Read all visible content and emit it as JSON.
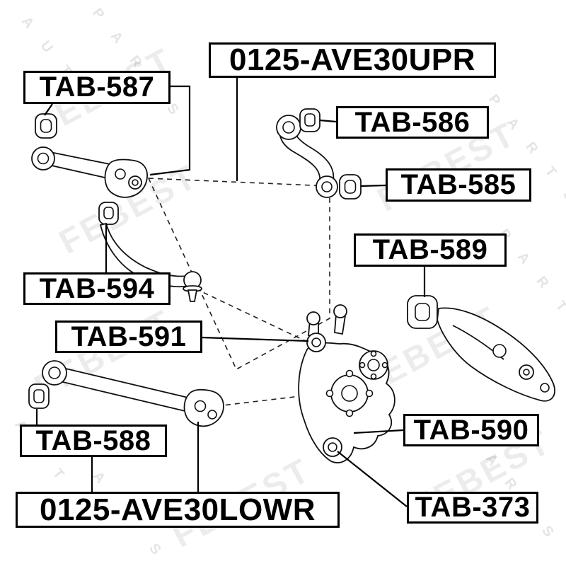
{
  "diagram_title": "Rear suspension parts diagram",
  "watermark": {
    "brand": "FEBEST",
    "auto": "A U T O",
    "parts": "P A R T S"
  },
  "labels": [
    {
      "id": "0125-AVE30UPR",
      "text": "0125-AVE30UPR"
    },
    {
      "id": "TAB-587",
      "text": "TAB-587"
    },
    {
      "id": "TAB-586",
      "text": "TAB-586"
    },
    {
      "id": "TAB-585",
      "text": "TAB-585"
    },
    {
      "id": "TAB-589",
      "text": "TAB-589"
    },
    {
      "id": "TAB-594",
      "text": "TAB-594"
    },
    {
      "id": "TAB-591",
      "text": "TAB-591"
    },
    {
      "id": "TAB-590",
      "text": "TAB-590"
    },
    {
      "id": "TAB-588",
      "text": "TAB-588"
    },
    {
      "id": "0125-AVE30LOWR",
      "text": "0125-AVE30LOWR"
    },
    {
      "id": "TAB-373",
      "text": "TAB-373"
    }
  ]
}
